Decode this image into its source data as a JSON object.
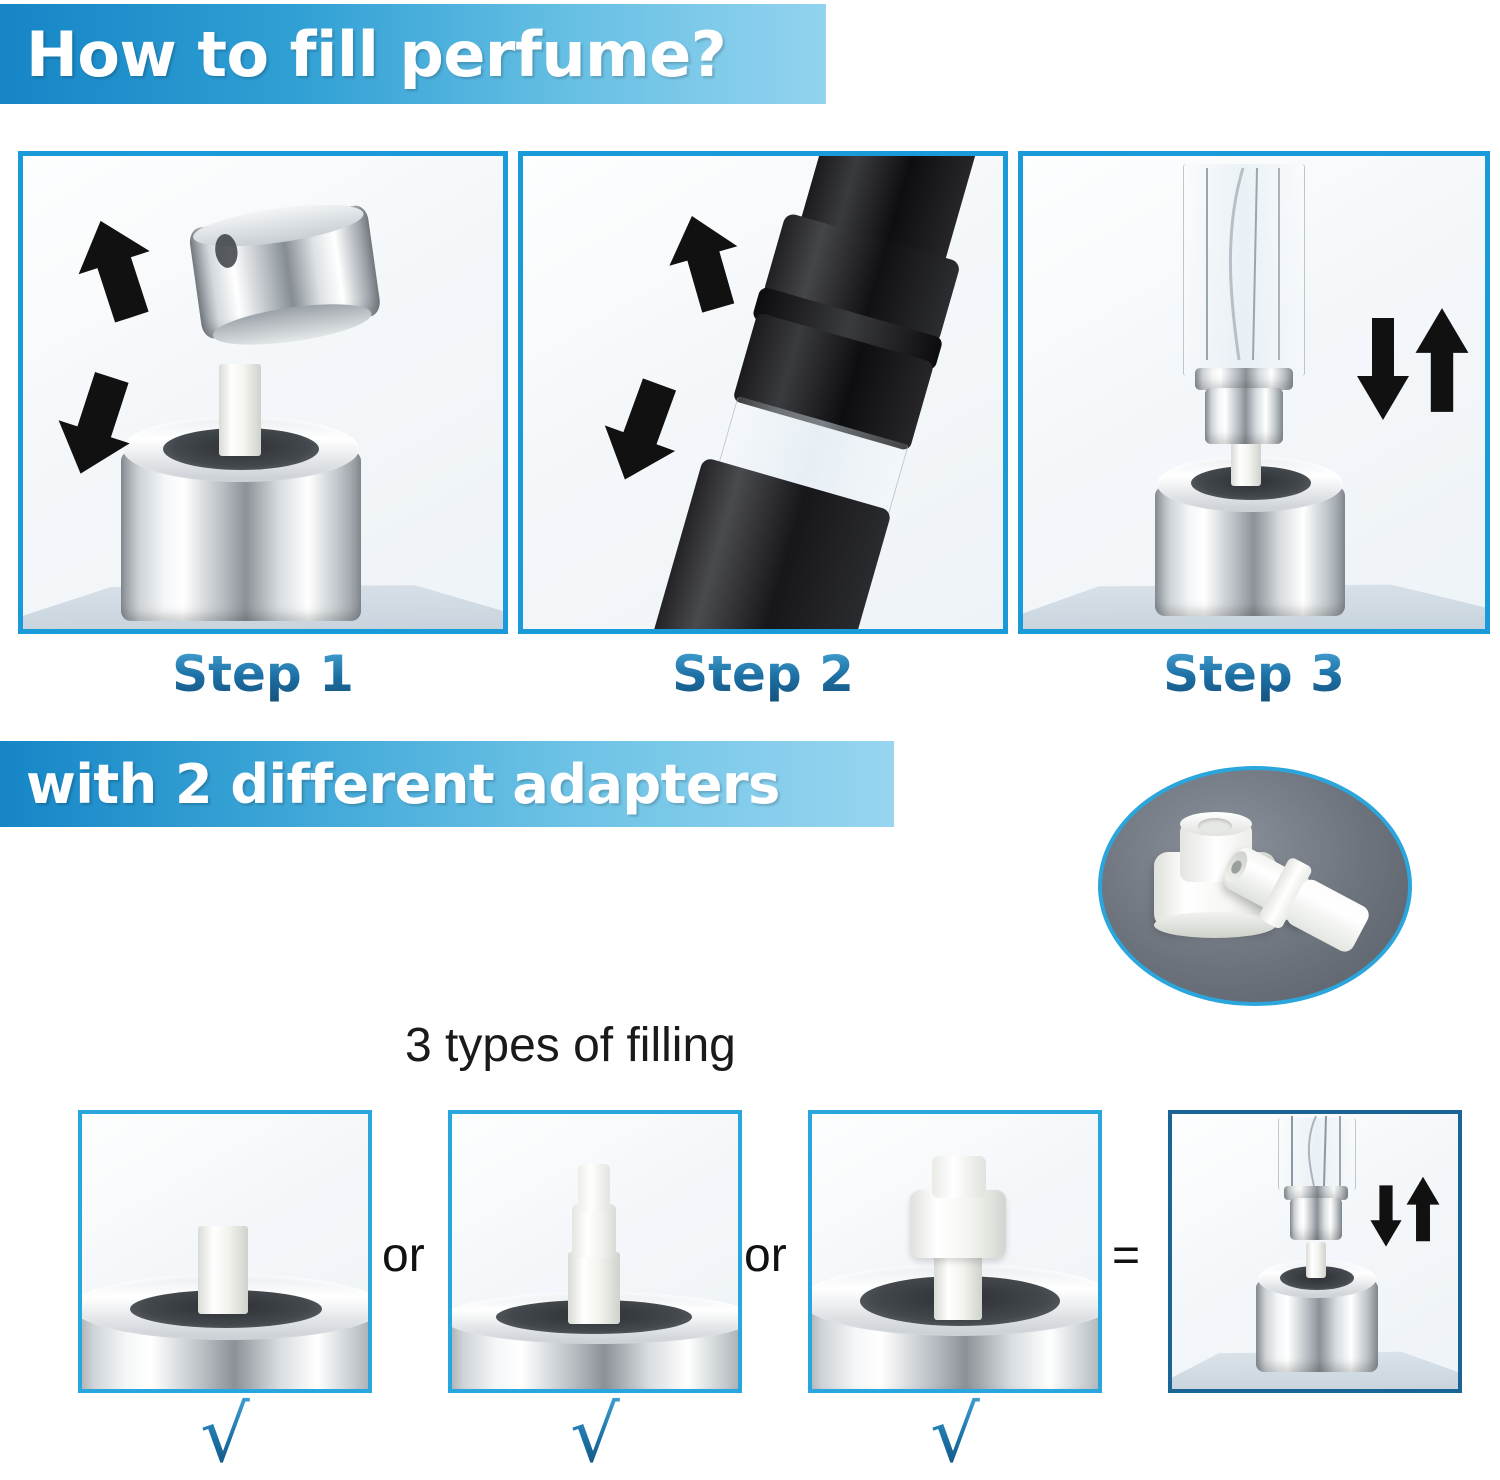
{
  "banners": {
    "title": "How to fill perfume?",
    "adapters": "with 2 different adapters"
  },
  "steps": [
    {
      "label": "Step 1",
      "scene": "chrome-cap-lifted-off-bottle-nozzle",
      "arrows": [
        "arrow-up",
        "arrow-down"
      ]
    },
    {
      "label": "Step 2",
      "scene": "black-atomizer-pulled-apart",
      "arrows": [
        "arrow-up",
        "arrow-down"
      ]
    },
    {
      "label": "Step 3",
      "scene": "clear-atomizer-pumped-on-bottle-nozzle",
      "arrows": [
        "arrow-down",
        "arrow-up"
      ]
    }
  ],
  "adapters_photo": {
    "caption_icon": "two-plastic-adapters",
    "items": [
      "wide-stepped-adapter",
      "narrow-pin-adapter"
    ]
  },
  "filling": {
    "heading": "3 types of filling",
    "options": [
      {
        "name": "bare-nozzle",
        "connector_after": "or",
        "check": "√"
      },
      {
        "name": "narrow-adapter-on-nozzle",
        "connector_after": "or",
        "check": "√"
      },
      {
        "name": "wide-adapter-on-nozzle",
        "connector_after": "=",
        "check": "√"
      },
      {
        "name": "atomizer-filling-result",
        "connector_after": "",
        "check": ""
      }
    ]
  },
  "colors": {
    "brand_blue": "#1a9ad8",
    "banner_dark": "#1585c6",
    "banner_light": "#93d3ef",
    "label_blue": "#1d6fa5",
    "result_border": "#1a6596",
    "text_dark": "#1a1a1a"
  }
}
